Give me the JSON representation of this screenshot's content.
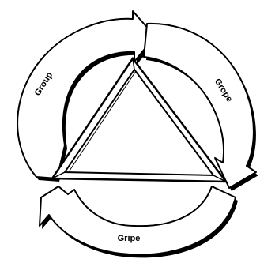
{
  "diagram": {
    "cycle_labels": {
      "group": "Group",
      "grope": "Grope",
      "gripe": "Gripe"
    },
    "colors": {
      "ink": "#000000",
      "paper": "#ffffff"
    }
  }
}
